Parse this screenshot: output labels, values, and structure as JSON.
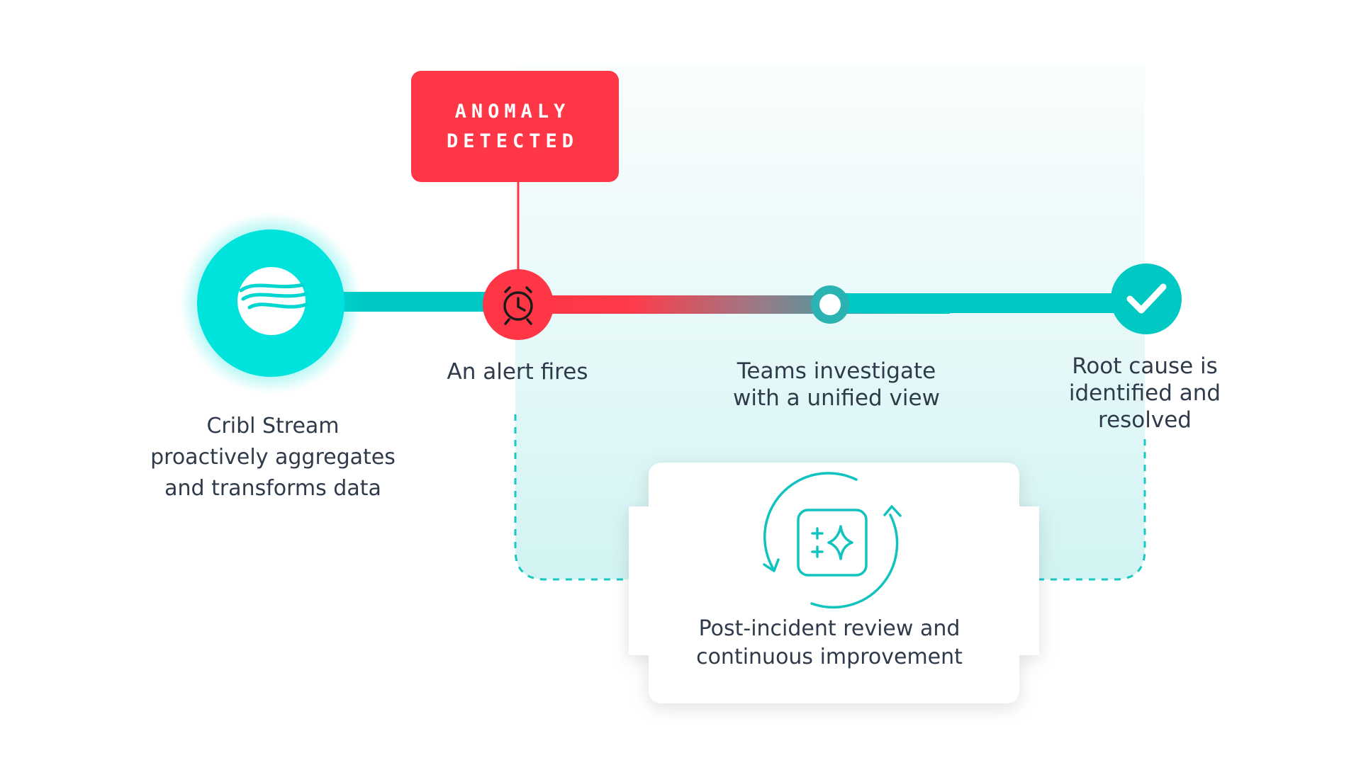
{
  "badge": {
    "text": "ANOMALY\nDETECTED",
    "color": "#ff3645"
  },
  "steps": [
    {
      "label": "Cribl Stream\nproactively aggregates\nand transforms data",
      "icon": "cribl-logo-icon"
    },
    {
      "label": "An alert fires",
      "icon": "alarm-clock-icon"
    },
    {
      "label": "Teams investigate\nwith a unified view",
      "icon": "circle-node-icon"
    },
    {
      "label": "Root cause is\nidentified and\nresolved",
      "icon": "checkmark-icon"
    }
  ],
  "review": {
    "label": "Post-incident review and\ncontinuous improvement",
    "icon": "sparkle-refresh-icon"
  },
  "colors": {
    "teal": "#00d1cc",
    "red": "#ff3645",
    "text": "#2f3a4a"
  }
}
